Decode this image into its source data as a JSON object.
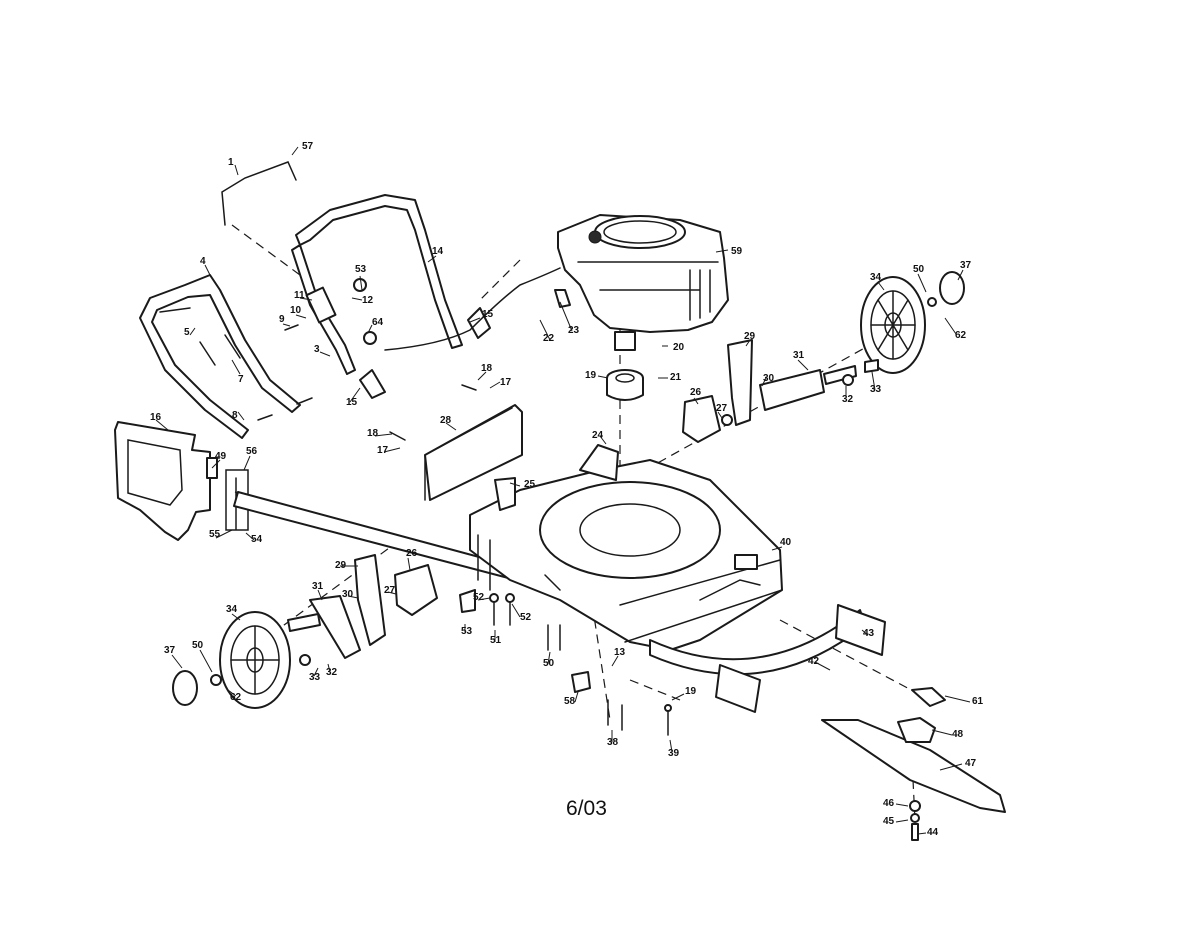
{
  "date_code": "6/03",
  "callouts": {
    "c1": "1",
    "c57": "57",
    "c4": "4",
    "c5": "5",
    "c7": "7",
    "c8": "8",
    "c14": "14",
    "c53": "53",
    "c11": "11",
    "c12": "12",
    "c9": "9",
    "c10": "10",
    "c64": "64",
    "c15a": "15",
    "c15b": "15",
    "c3": "3",
    "c16": "16",
    "c49": "49",
    "c56": "56",
    "c55": "55",
    "c54": "54",
    "c18a": "18",
    "c17a": "17",
    "c18b": "18",
    "c17b": "17",
    "c28": "28",
    "c59": "59",
    "c23": "23",
    "c22": "22",
    "c20": "20",
    "c19": "19",
    "c21": "21",
    "c24": "24",
    "c25": "25",
    "c29a": "29",
    "c30a": "30",
    "c31a": "31",
    "c26a": "26",
    "c27a": "27",
    "c34a": "34",
    "c50a": "50",
    "c37a": "37",
    "c62a": "62",
    "c32a": "32",
    "c33a": "33",
    "c40": "40",
    "c29b": "29",
    "c26b": "26",
    "c27b": "27",
    "c30b": "30",
    "c31b": "31",
    "c34b": "34",
    "c37b": "37",
    "c50b": "50",
    "c62b": "62",
    "c33b": "33",
    "c32b": "32",
    "c53b": "53",
    "c52a": "52",
    "c52b": "52",
    "c51": "51",
    "c50c": "50",
    "c13": "13",
    "c58": "58",
    "c38": "38",
    "c19b": "19",
    "c39": "39",
    "c42": "42",
    "c43": "43",
    "c61": "61",
    "c48": "48",
    "c47": "47",
    "c46": "46",
    "c45": "45",
    "c44": "44"
  },
  "colors": {
    "line": "#1a1a1a",
    "paper": "#ffffff"
  }
}
